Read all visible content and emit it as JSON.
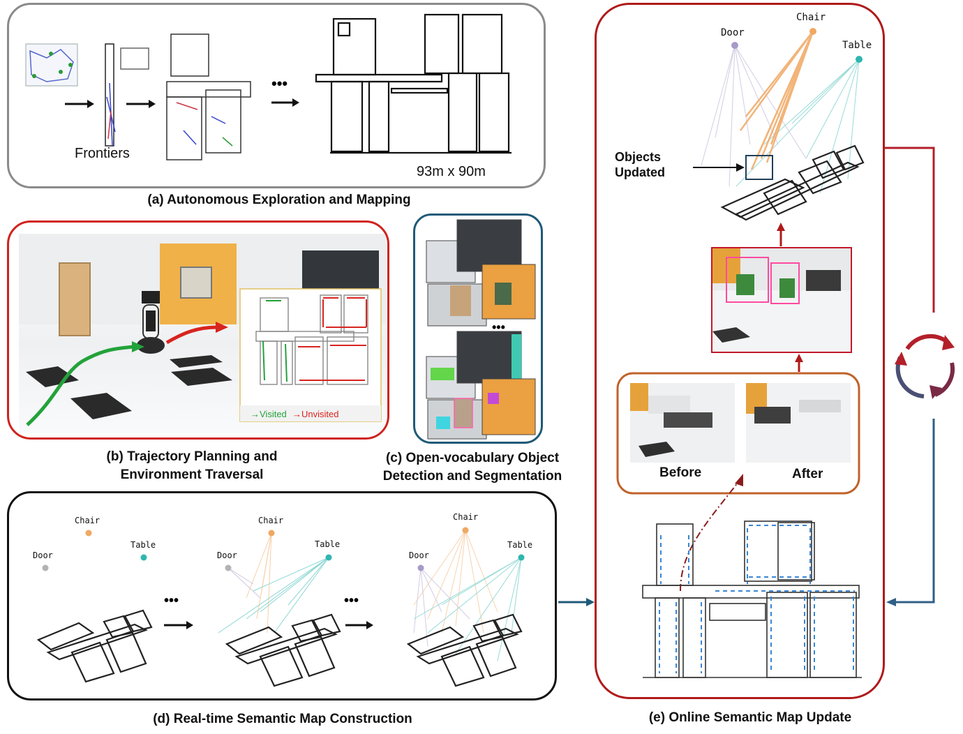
{
  "panel_a": {
    "caption": "(a) Autonomous Exploration and Mapping",
    "frontiers_label": "Frontiers",
    "dimension_label": "93m x 90m",
    "ellipsis": "•••"
  },
  "panel_b": {
    "caption_line1": "(b) Trajectory Planning and",
    "caption_line2": "Environment Traversal",
    "visited_label": "→Visited",
    "unvisited_label": "→Unvisited"
  },
  "panel_c": {
    "caption_line1": "(c) Open-vocabulary Object",
    "caption_line2": "Detection and Segmentation",
    "ellipsis": "•••"
  },
  "panel_d": {
    "caption": "(d) Real-time Semantic Map Construction",
    "ellipsis": "•••",
    "objects": {
      "chair": "Chair",
      "door": "Door",
      "table": "Table"
    }
  },
  "panel_e": {
    "caption": "(e)  Online Semantic Map Update",
    "objects": {
      "chair": "Chair",
      "door": "Door",
      "table": "Table"
    },
    "objects_updated_line1": "Objects",
    "objects_updated_line2": "Updated",
    "before_label": "Before",
    "after_label": "After"
  },
  "colors": {
    "panel_a_border": "#8a8a8a",
    "panel_b_border": "#d0231e",
    "panel_c_border": "#1f5a78",
    "panel_d_border": "#111111",
    "panel_e_border": "#b01a1a",
    "before_after_border": "#c0622a",
    "chair": "#f0a862",
    "door": "#a79ac8",
    "table": "#2fb6b0",
    "visited": "#23a23a",
    "unvisited": "#d8241f",
    "cycle_red": "#b3202a",
    "cycle_blue": "#2f5f86"
  }
}
